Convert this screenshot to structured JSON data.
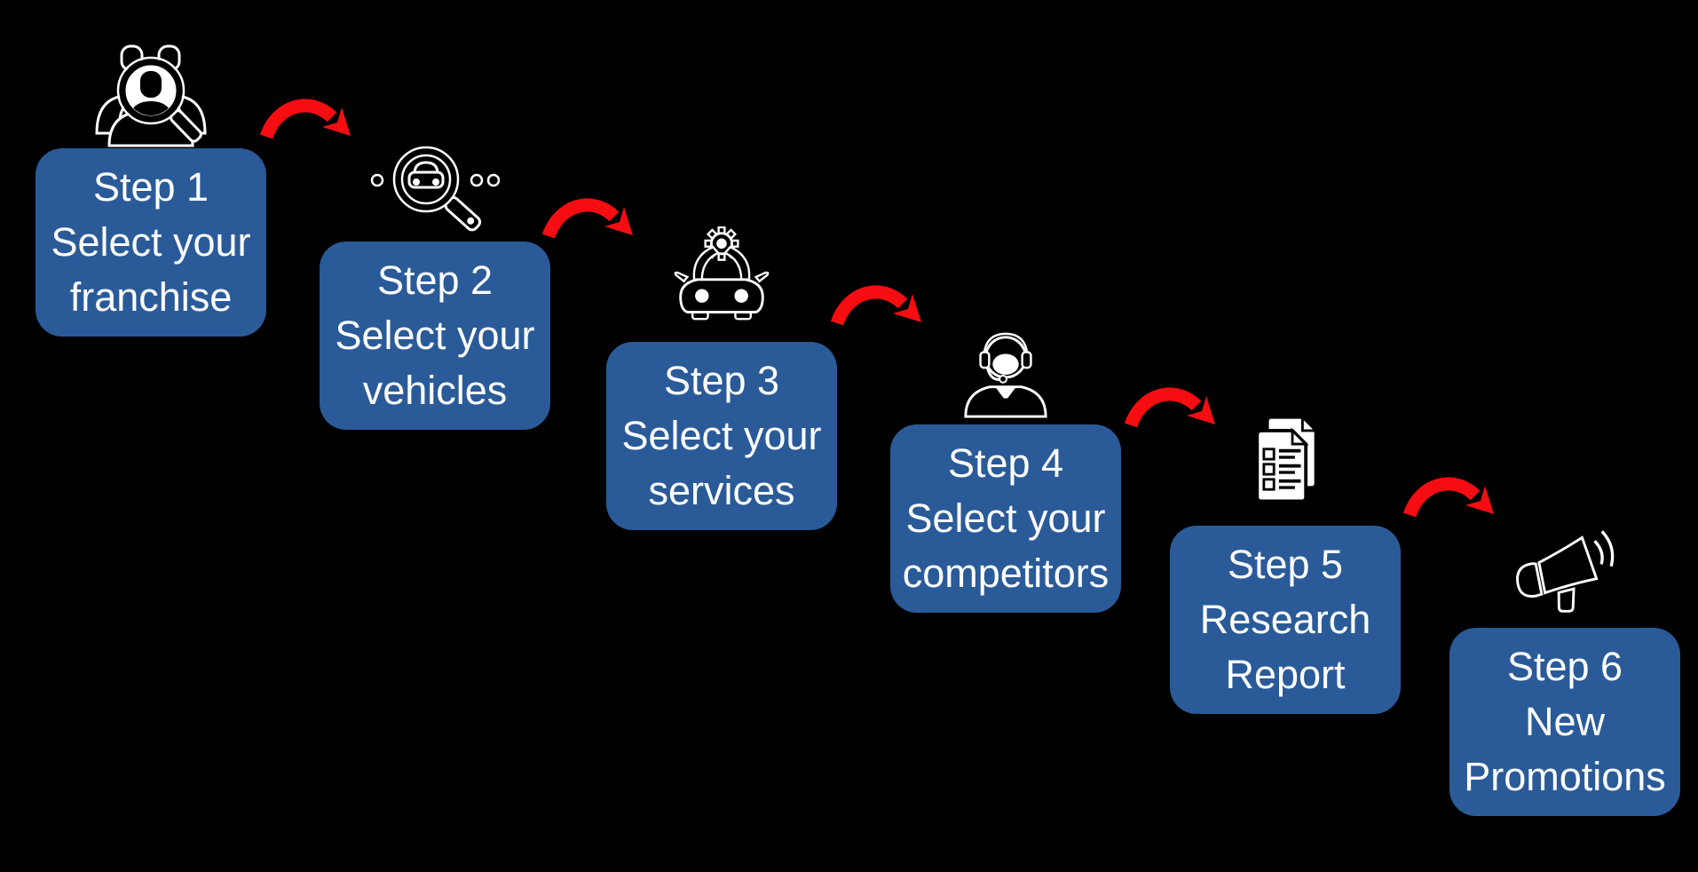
{
  "palette": {
    "background": "#000000",
    "box_fill": "#2a5b98",
    "box_text": "#ffffff",
    "arrow": "#f50d12",
    "icon_line": "#ffffff",
    "icon_fill": "#000000"
  },
  "steps": [
    {
      "name": "Step 1",
      "description": "Select your franchise",
      "lines": [
        "Step 1",
        "Select your",
        "franchise"
      ],
      "icon": "people-search-icon"
    },
    {
      "name": "Step 2",
      "description": "Select your vehicles",
      "lines": [
        "Step 2",
        "Select your",
        "vehicles"
      ],
      "icon": "car-search-icon"
    },
    {
      "name": "Step 3",
      "description": "Select your services",
      "lines": [
        "Step 3",
        "Select your",
        "services"
      ],
      "icon": "car-gear-icon"
    },
    {
      "name": "Step 4",
      "description": "Select your competitors",
      "lines": [
        "Step 4",
        "Select your",
        "competitors"
      ],
      "icon": "support-agent-icon"
    },
    {
      "name": "Step 5",
      "description": "Research Report",
      "lines": [
        "Step 5",
        "Research",
        "Report"
      ],
      "icon": "report-documents-icon"
    },
    {
      "name": "Step 6",
      "description": "New Promotions",
      "lines": [
        "Step 6",
        "New",
        "Promotions"
      ],
      "icon": "megaphone-icon"
    }
  ],
  "arrows": {
    "count": 5,
    "direction": "down-right"
  }
}
